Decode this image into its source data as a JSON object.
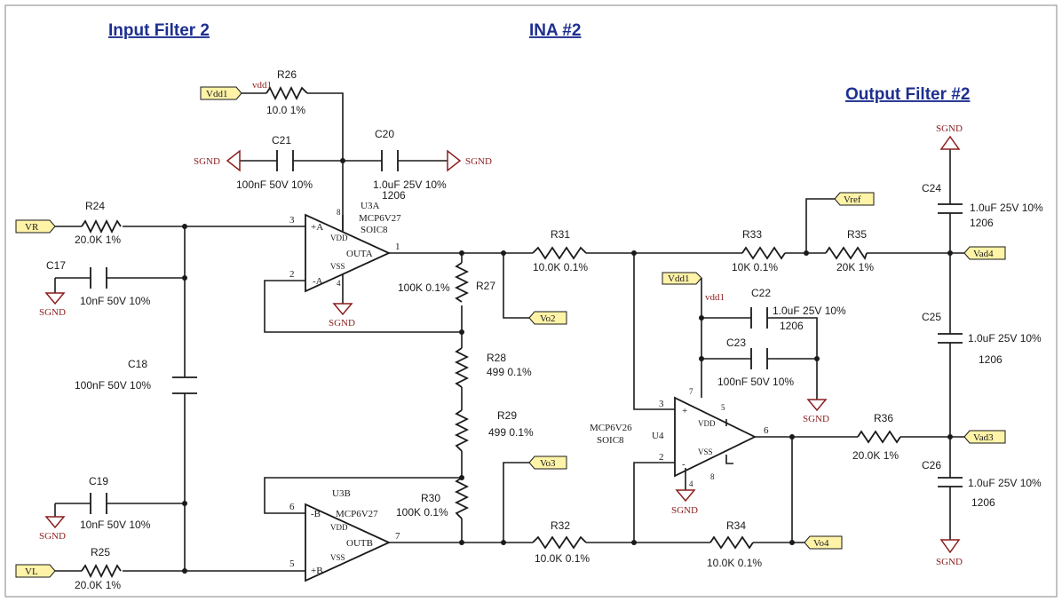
{
  "titles": {
    "input_filter": "Input Filter  2",
    "ina": "INA  #2",
    "output_filter": "Output Filter  #2"
  },
  "net_tags": {
    "vdd1_top": "Vdd1",
    "vr": "VR",
    "vl": "VL",
    "vo2": "Vo2",
    "vo3": "Vo3",
    "vref": "Vref",
    "vdd1_u4": "Vdd1",
    "vad4": "Vad4",
    "vad3": "Vad3",
    "vo4": "Vo4"
  },
  "power_labels": {
    "vdd1_r26": "vdd1",
    "vdd1_u4": "vdd1",
    "sgnd_c21": "SGND",
    "sgnd_c20": "SGND",
    "sgnd_c17": "SGND",
    "sgnd_u3a": "SGND",
    "sgnd_c19": "SGND",
    "sgnd_c22": "SGND",
    "sgnd_u4": "SGND",
    "sgnd_c24": "SGND",
    "sgnd_c26": "SGND"
  },
  "components": {
    "r26": {
      "ref": "R26",
      "value": "10.0  1%"
    },
    "c21": {
      "ref": "C21",
      "value": "100nF  50V  10%"
    },
    "c20": {
      "ref": "C20",
      "value": "1.0uF  25V  10%",
      "pkg": "1206"
    },
    "r24": {
      "ref": "R24",
      "value": "20.0K  1%"
    },
    "c17": {
      "ref": "C17",
      "value": "10nF  50V  10%"
    },
    "c18": {
      "ref": "C18",
      "value": "100nF  50V  10%"
    },
    "c19": {
      "ref": "C19",
      "value": "10nF  50V  10%"
    },
    "r25": {
      "ref": "R25",
      "value": "20.0K  1%"
    },
    "u3a": {
      "ref": "U3A",
      "part": "MCP6V27",
      "pkg": "SOIC8"
    },
    "u3b": {
      "ref": "U3B",
      "part": "MCP6V27"
    },
    "r27": {
      "ref": "R27",
      "value": "100K  0.1%"
    },
    "r28": {
      "ref": "R28",
      "value": "499  0.1%"
    },
    "r29": {
      "ref": "R29",
      "value": "499  0.1%"
    },
    "r30": {
      "ref": "R30",
      "value": "100K  0.1%"
    },
    "r31": {
      "ref": "R31",
      "value": "10.0K  0.1%"
    },
    "r32": {
      "ref": "R32",
      "value": "10.0K  0.1%"
    },
    "r33": {
      "ref": "R33",
      "value": "10K  0.1%"
    },
    "r34": {
      "ref": "R34",
      "value": "10.0K  0.1%"
    },
    "r35": {
      "ref": "R35",
      "value": "20K  1%"
    },
    "r36": {
      "ref": "R36",
      "value": "20.0K  1%"
    },
    "c22": {
      "ref": "C22",
      "value": "1.0uF  25V  10%",
      "pkg": "1206"
    },
    "c23": {
      "ref": "C23",
      "value": "100nF  50V  10%"
    },
    "u4": {
      "ref": "U4",
      "part": "MCP6V26",
      "pkg": "SOIC8"
    },
    "c24": {
      "ref": "C24",
      "value": "1.0uF  25V  10%",
      "pkg": "1206"
    },
    "c25": {
      "ref": "C25",
      "value": "1.0uF  25V  10%",
      "pkg": "1206"
    },
    "c26": {
      "ref": "C26",
      "value": "1.0uF  25V  10%",
      "pkg": "1206"
    }
  },
  "opamp_pins": {
    "u3a": {
      "in_plus": "+A",
      "in_minus": "-A",
      "vdd": "VDD",
      "vss": "VSS",
      "out": "OUTA",
      "pin_plus": "3",
      "pin_minus": "2",
      "pin_out": "1",
      "pin_top": "8",
      "pin_bot": "4"
    },
    "u3b": {
      "in_plus": "+B",
      "in_minus": "-B",
      "vdd": "VDD",
      "vss": "VSS",
      "out": "OUTB",
      "pin_plus": "5",
      "pin_minus": "6",
      "pin_out": "7"
    },
    "u4": {
      "in_plus": "+",
      "in_minus": "-",
      "vdd": "VDD",
      "vss": "VSS",
      "pin_plus": "3",
      "pin_minus": "2",
      "pin_out": "6",
      "pin_top": "7",
      "pin_top2": "5",
      "pin_bot": "4",
      "pin_bot2": "8"
    }
  }
}
